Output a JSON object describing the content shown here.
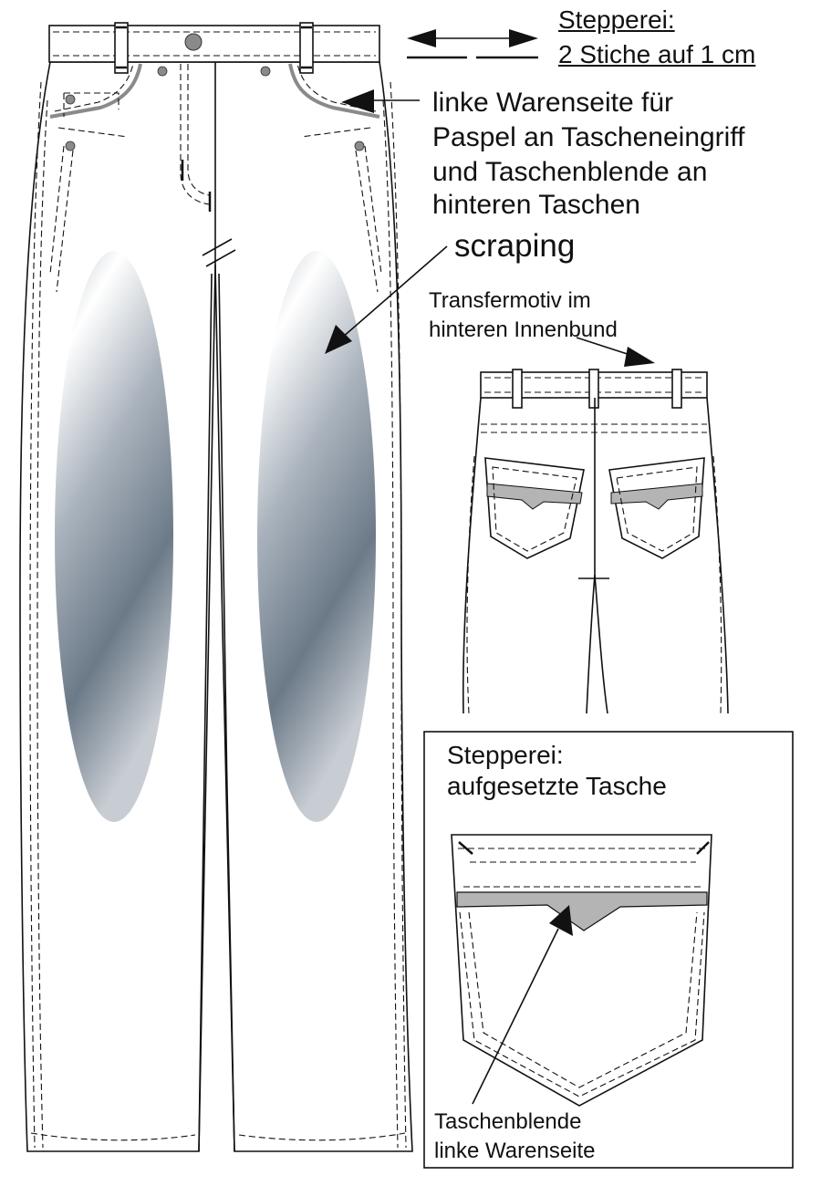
{
  "stitch_note": {
    "title": "Stepperei:",
    "detail": "2 Stiche auf 1 cm"
  },
  "wrong_side_note": {
    "lines": [
      "linke Warenseite für",
      "Paspel an Tascheneingriff",
      "und Taschenblende an",
      "hinteren Taschen"
    ]
  },
  "scraping_note": {
    "text": "scraping"
  },
  "transfer_note": {
    "lines": [
      "Transfermotiv im",
      "hinteren Innenbund"
    ]
  },
  "pocket_detail": {
    "title_lines": [
      "Stepperei:",
      "aufgesetzte Tasche"
    ],
    "facing_lines": [
      "Taschenblende",
      "linke Warenseite"
    ]
  },
  "colors": {
    "outline": "#111111",
    "piping_gray": "#8a8a8a",
    "pocket_facing_gray": "#b4b4b4",
    "scraping_light": "#f4f6f9",
    "scraping_dark": "#6c7a88"
  }
}
